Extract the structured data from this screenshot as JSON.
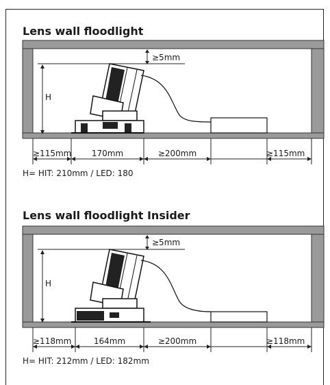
{
  "diagrams": [
    {
      "title": "Lens wall floodlight",
      "clearance": "≥5mm",
      "height_label": "H",
      "dims": [
        "≥115mm",
        "170mm",
        "≥200mm",
        "≥115mm"
      ],
      "note": "H= HIT: 210mm / LED: 180"
    },
    {
      "title": "Lens wall floodlight Insider",
      "clearance": "≥5mm",
      "height_label": "H",
      "dims": [
        "≥118mm",
        "164mm",
        "≥200mm",
        "≥118mm"
      ],
      "note": "H= HIT: 212mm / LED: 182mm"
    }
  ]
}
